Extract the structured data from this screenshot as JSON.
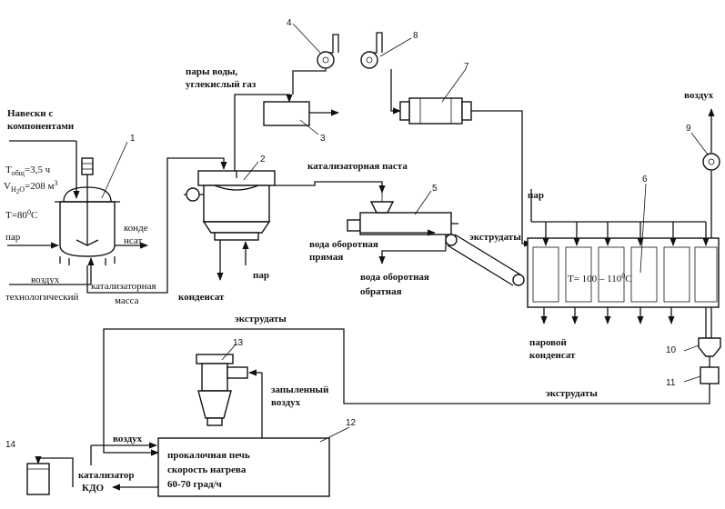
{
  "labels": {
    "naveski_1": "Навески с",
    "naveski_2": "компонентами",
    "t_total": "Т",
    "t_total_sub": "общ",
    "t_total_val": "=3,5 ч",
    "v_water": "V",
    "v_water_sub": "H",
    "v_water_sub2": "2",
    "v_water_o": "O",
    "v_water_val": "=208 м",
    "v_water_sup": "3",
    "t80": "T=80",
    "t80_sup": "0",
    "t80_c": "C",
    "par_left": "пар",
    "kondensat_left_1": "конде",
    "kondensat_left_2": "нсат",
    "vozduh_tech_1": "воздух",
    "vozduh_tech_2": "технологический",
    "kat_massa_1": "катализаторная",
    "kat_massa_2": "масса",
    "pary_vody_1": "пары воды,",
    "pary_vody_2": "углекислый газ",
    "kat_pasta": "катализаторная паста",
    "par_mid": "пар",
    "kondensat_mid": "конденсат",
    "voda_pryamaya_1": "вода оборотная",
    "voda_pryamaya_2": "прямая",
    "voda_obratnaya_1": "вода оборотная",
    "voda_obratnaya_2": "обратная",
    "ekstrudaty_belt": "экструдаты",
    "par_right": "пар",
    "t_dryer": "T= 100 – 110",
    "t_dryer_sup": "0",
    "t_dryer_c": "C",
    "vozduh_top": "воздух",
    "parovoy_1": "паровой",
    "parovoy_2": "конденсат",
    "ekstrudaty_mid": "экструдаты",
    "ekstrudaty_low": "экструдаты",
    "zapylenny_1": "запыленный",
    "zapylenny_2": "воздух",
    "vozduh_bottom": "воздух",
    "pech_1": "прокалочная печь",
    "pech_2": "скорость нагрева",
    "pech_3": "60-70 град/ч",
    "kat_kdo_1": "катализатор",
    "kat_kdo_2": "КДО"
  },
  "equipment_numbers": [
    "1",
    "2",
    "3",
    "4",
    "5",
    "6",
    "7",
    "8",
    "9",
    "10",
    "11",
    "12",
    "13",
    "14"
  ]
}
